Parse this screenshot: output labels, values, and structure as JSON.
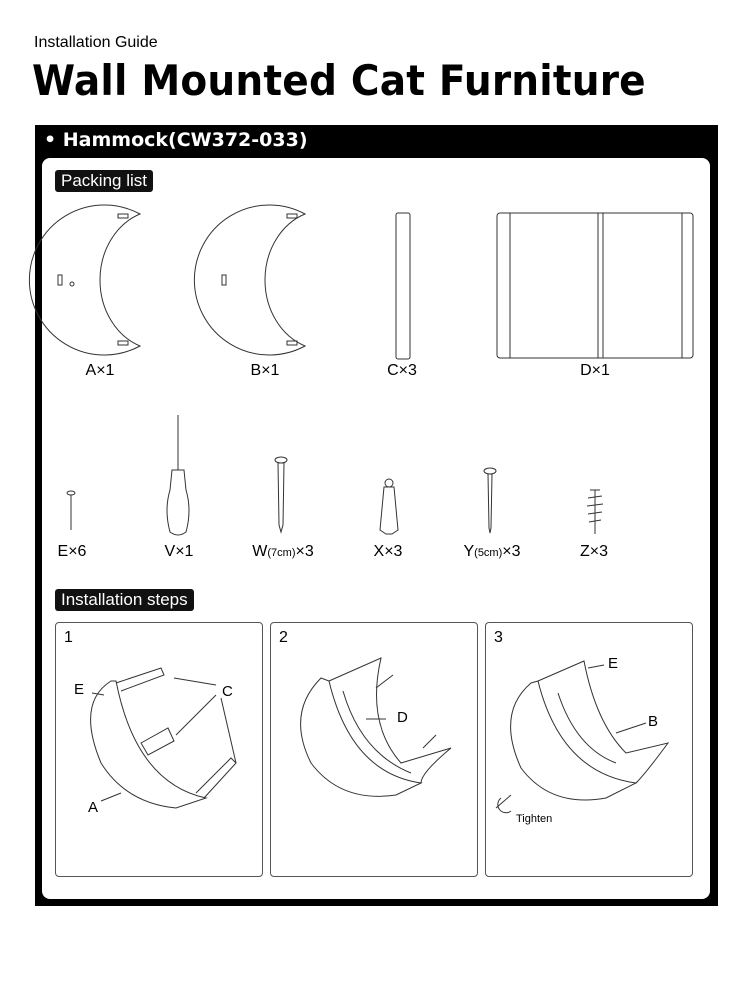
{
  "header": {
    "subtitle": "Installation Guide",
    "title": "Wall Mounted Cat Furniture"
  },
  "section": {
    "title": "• Hammock(CW372-033)"
  },
  "packing_list": {
    "label": "Packing list",
    "parts": [
      {
        "name": "A",
        "qty": "×1"
      },
      {
        "name": "B",
        "qty": "×1"
      },
      {
        "name": "C",
        "qty": "×3"
      },
      {
        "name": "D",
        "qty": "×1"
      }
    ],
    "hardware": [
      {
        "name": "E",
        "size": "",
        "qty": "×6"
      },
      {
        "name": "V",
        "size": "",
        "qty": "×1"
      },
      {
        "name": "W",
        "size": "(7cm)",
        "qty": "×3"
      },
      {
        "name": "X",
        "size": "",
        "qty": "×3"
      },
      {
        "name": "Y",
        "size": "(5cm)",
        "qty": "×3"
      },
      {
        "name": "Z",
        "size": "",
        "qty": "×3"
      }
    ]
  },
  "installation": {
    "label": "Installation steps",
    "steps": [
      {
        "number": "1",
        "callouts": [
          "E",
          "C",
          "A"
        ]
      },
      {
        "number": "2",
        "callouts": [
          "D"
        ]
      },
      {
        "number": "3",
        "callouts": [
          "E",
          "B",
          "Tighten"
        ]
      }
    ]
  }
}
